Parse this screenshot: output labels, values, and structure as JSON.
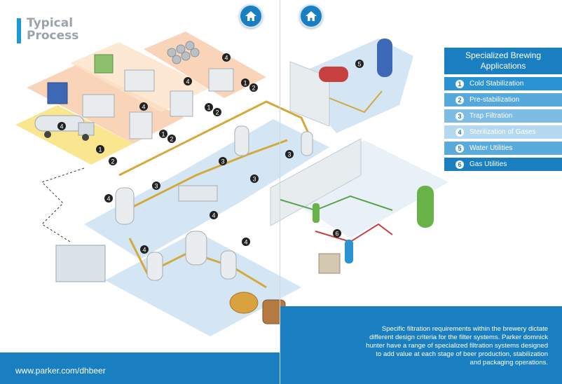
{
  "title": {
    "line1": "Typical",
    "line2": "Process"
  },
  "nav": {
    "home_left": "home-icon",
    "home_right": "home-icon"
  },
  "panel": {
    "heading": "Specialized Brewing Applications",
    "items": [
      {
        "num": "1",
        "label": "Cold Stabilization",
        "color": "#2b93d1"
      },
      {
        "num": "2",
        "label": "Pre-stabilization",
        "color": "#54a8dc"
      },
      {
        "num": "3",
        "label": "Trap Filtration",
        "color": "#7dbde5"
      },
      {
        "num": "4",
        "label": "Sterilization of Gases",
        "color": "#b4d8ef"
      },
      {
        "num": "5",
        "label": "Water Utilities",
        "color": "#5aaadc"
      },
      {
        "num": "6",
        "label": "Gas Utilities",
        "color": "#1a7fc1"
      }
    ]
  },
  "markers": [
    "1",
    "2",
    "3",
    "4",
    "5",
    "6"
  ],
  "footer": {
    "url": "www.parker.com/dhbeer",
    "description": "Specific filtration requirements within the brewery dictate different design criteria for the filter systems. Parker domnick hunter have a range of specialized filtration systems designed to add value at each stage of beer production, stabilization and packaging operations."
  },
  "colors": {
    "brand": "#1a7fc1",
    "accent": "#1a9bd6",
    "pipe": "#d4a93c",
    "zone_blue": "#cfe3f3",
    "zone_orange": "#f7c9a8",
    "zone_yellow": "#f8e27a"
  }
}
